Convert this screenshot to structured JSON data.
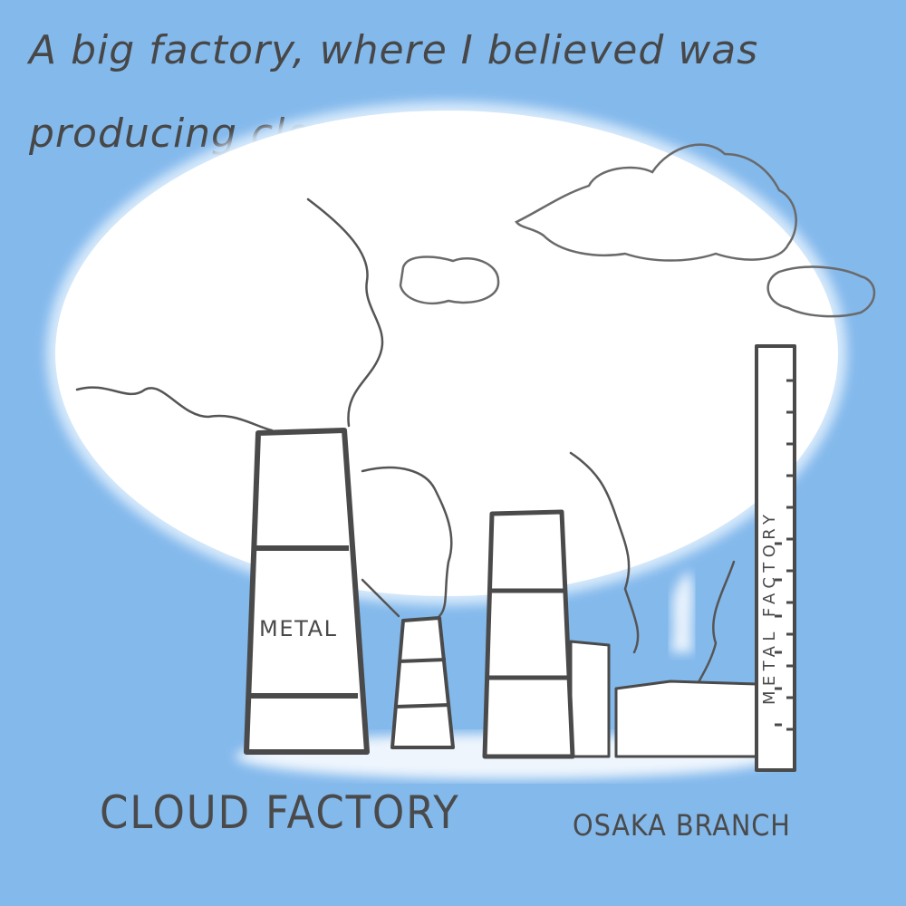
{
  "caption": {
    "line1": "A big factory, where I believed was",
    "line2": "producing clouds"
  },
  "chimney_label": "METAL",
  "tower_label": "METAL FACTORY",
  "sign": {
    "title": "CLOUD FACTORY",
    "subtitle": "OSAKA BRANCH"
  },
  "colors": {
    "sky": "#84b9ec",
    "cloud": "#ffffff",
    "ink": "#4a4a4a"
  }
}
